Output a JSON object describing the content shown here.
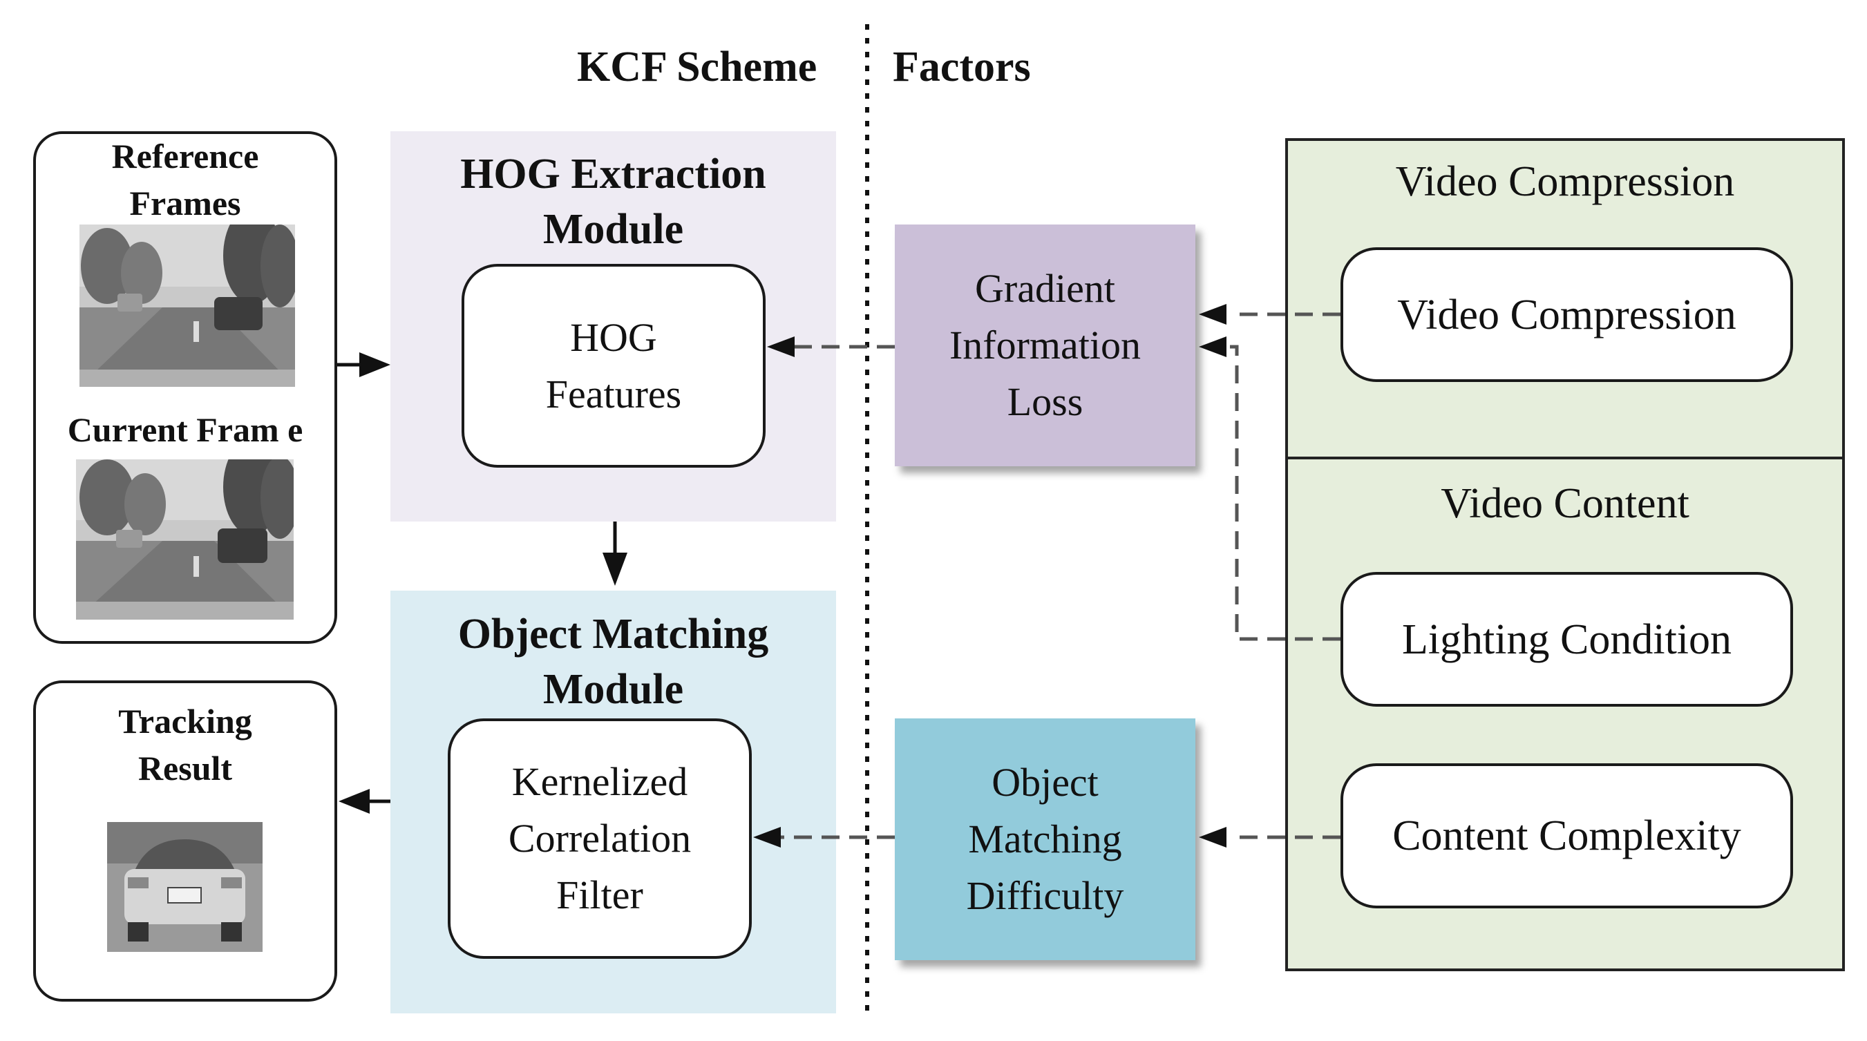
{
  "headers": {
    "kcf_scheme": "KCF Scheme",
    "factors": "Factors"
  },
  "inputs": {
    "reference_frames": "Reference\nFrames",
    "current_frame": "Current Fram e"
  },
  "output": {
    "tracking_result": "Tracking\nResult"
  },
  "hog_module": {
    "title": "HOG Extraction\nModule",
    "inner": "HOG\nFeatures"
  },
  "matching_module": {
    "title": "Object Matching\nModule",
    "inner": "Kernelized\nCorrelation\nFilter"
  },
  "factor_boxes": {
    "gradient_loss": "Gradient\nInformation\nLoss",
    "matching_difficulty": "Object\nMatching\nDifficulty"
  },
  "groups": {
    "video_compression": {
      "title": "Video Compression",
      "item": "Video Compression"
    },
    "video_content": {
      "title": "Video Content",
      "items": [
        "Lighting Condition",
        "Content Complexity"
      ]
    }
  },
  "colors": {
    "hog_module_bg": "#eeebf3",
    "matching_module_bg": "#dcedf3",
    "gradient_loss_bg": "#cbbfd8",
    "matching_difficulty_bg": "#92cbdb",
    "group_bg": "#e6eedc"
  }
}
